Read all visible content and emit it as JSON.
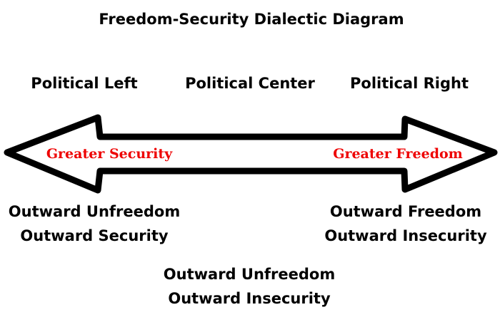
{
  "title": "Freedom-Security Dialectic Diagram",
  "spectrum": {
    "left": "Political Left",
    "center": "Political Center",
    "right": "Political Right"
  },
  "arrow": {
    "left_label": "Greater Security",
    "right_label": "Greater Freedom",
    "label_color": "#ee0000"
  },
  "outcomes": {
    "left": [
      "Outward Unfreedom",
      "Outward Security"
    ],
    "right": [
      "Outward Freedom",
      "Outward Insecurity"
    ],
    "center": [
      "Outward Unfreedom",
      "Outward Insecurity"
    ]
  }
}
